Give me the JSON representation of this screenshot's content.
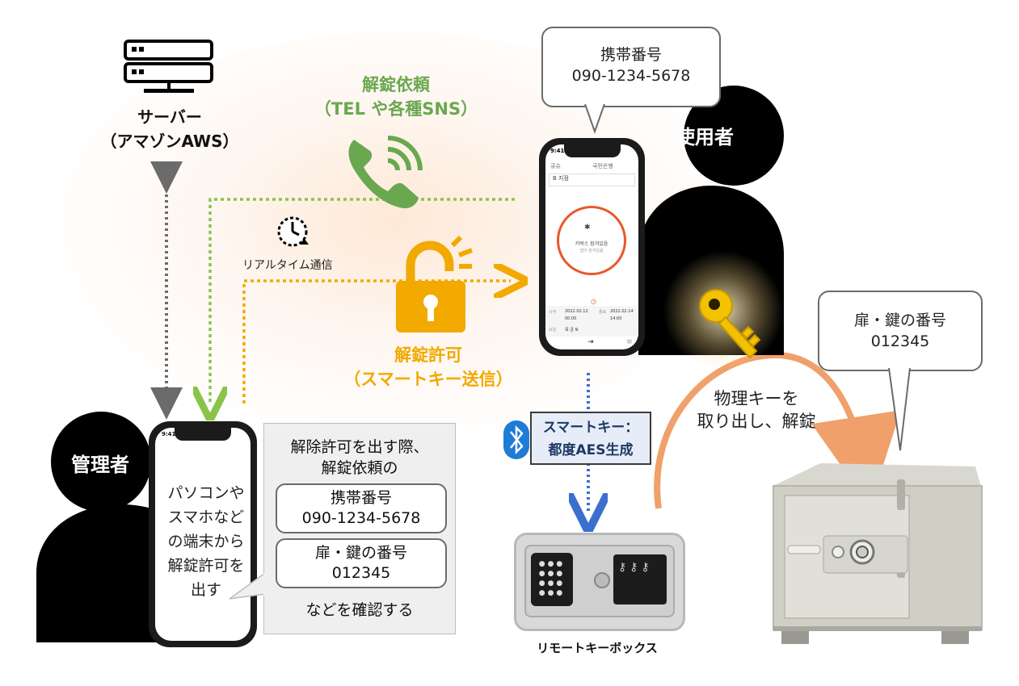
{
  "server": {
    "label_line1": "サーバー",
    "label_line2": "（アマゾンAWS）"
  },
  "request": {
    "title": "解錠依頼",
    "subtitle": "（TEL や各種SNS）"
  },
  "realtime": {
    "label": "リアルタイム通信"
  },
  "permit": {
    "title": "解錠許可",
    "subtitle": "（スマートキー送信）"
  },
  "user": {
    "label": "使用者",
    "bubble_line1": "携帯番号",
    "bubble_line2": "090-1234-5678"
  },
  "admin": {
    "label": "管理者",
    "phone_text": [
      "パソコンや",
      "スマホなど",
      "の端末から",
      "解錠許可を",
      "出す"
    ]
  },
  "confirm_panel": {
    "intro_line1": "解除許可を出す際、",
    "intro_line2": "解錠依頼の",
    "box1_line1": "携帯番号",
    "box1_line2": "090-1234-5678",
    "box2_line1": "扉・鍵の番号",
    "box2_line2": "012345",
    "footer": "などを確認する"
  },
  "smartkey": {
    "line1": "スマートキー：",
    "line2": "都度AES生成"
  },
  "remote_keybox": {
    "label": "リモートキーボックス"
  },
  "physical_key": {
    "line1": "物理キーを",
    "line2": "取り出し、解錠"
  },
  "safe_bubble": {
    "line1": "扉・鍵の番号",
    "line2": "012345"
  },
  "app": {
    "time": "9:41",
    "row1_left": "큐슈",
    "row1_mid": "국민은행",
    "row2": "B 지점",
    "ring_line1": "키박스 잠겨있음",
    "ring_line2": "앱이 잠겨있음",
    "start_label": "시작",
    "start_date": "2022.02.12",
    "start_time": "00:00",
    "end_label": "종료",
    "end_date": "2022.02.14",
    "end_time": "14:00",
    "weekday_label": "요일",
    "weekday_value": "목 금 토"
  },
  "admin_phone_time": "9:41",
  "colors": {
    "green": "#6aa84f",
    "amber": "#f2a900",
    "blue": "#3a6fd0",
    "grey": "#6b6b6b",
    "orange_arc": "#f0a06a"
  }
}
